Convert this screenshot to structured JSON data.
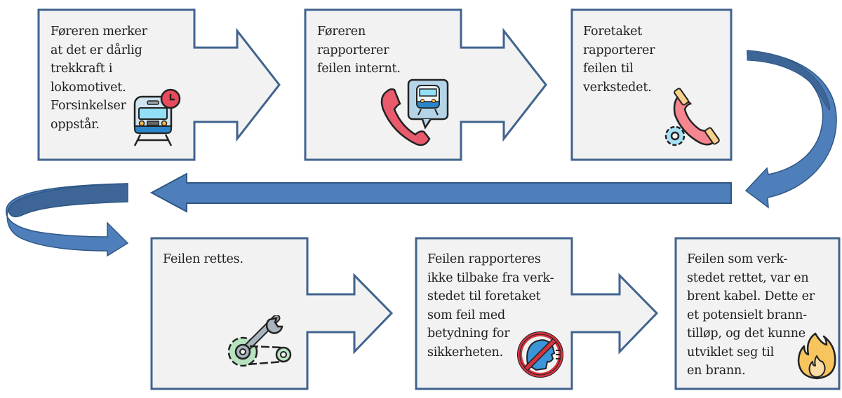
{
  "colors": {
    "box_fill": "#f2f2f2",
    "box_stroke": "#41638f",
    "flow_arrow_fill": "#4e7fba",
    "flow_arrow_dark": "#3d6596",
    "flow_arrow_stroke": "#2f5785",
    "text": "#1f1f1f"
  },
  "steps": [
    {
      "id": 1,
      "text": "Føreren merker\nat det er dårlig\ntrekkraft i\nlokomotivet.\nForsinkelser\noppstår.",
      "icon": "train-delay-icon"
    },
    {
      "id": 2,
      "text": "Føreren\nrapporterer\nfeilen internt.",
      "icon": "phone-train-report-icon"
    },
    {
      "id": 3,
      "text": "Foretaket\nrapporterer\nfeilen til\nverkstedet.",
      "icon": "phone-gear-icon"
    },
    {
      "id": 4,
      "text": "Feilen rettes.",
      "icon": "wrench-gear-repair-icon"
    },
    {
      "id": 5,
      "text": "Feilen rapporteres\nikke tilbake fra verk-\nstedet til foretaket\nsom feil med\nbetydning for\nsikkerheten.",
      "icon": "no-speaking-icon"
    },
    {
      "id": 6,
      "text": "Feilen som verk-\nstedet rettet, var en\nbrent kabel. Dette er\net potensielt brann-\ntilløp, og det kunne\nutviklet seg til\nen brann.",
      "icon": "fire-icon"
    }
  ]
}
